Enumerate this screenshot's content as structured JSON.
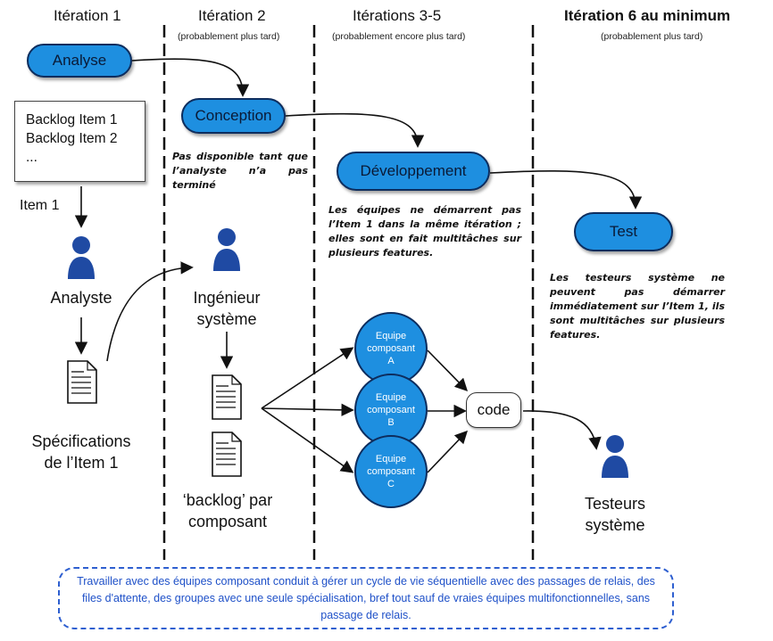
{
  "headers": {
    "it1": "Itération 1",
    "it2": "Itération 2",
    "it2_sub": "(probablement plus tard)",
    "it35": "Itérations 3-5",
    "it35_sub": "(probablement encore plus tard)",
    "it6": "Itération 6 au minimum",
    "it6_sub": "(probablement plus tard)"
  },
  "activities": {
    "analyse": "Analyse",
    "conception": "Conception",
    "developpement": "Développement",
    "test": "Test"
  },
  "backlog": {
    "line1": "Backlog Item 1",
    "line2": "Backlog Item 2",
    "line3": "..."
  },
  "item1_label": "Item 1",
  "roles": {
    "analyste": "Analyste",
    "ingenieur_l1": "Ingénieur",
    "ingenieur_l2": "système",
    "testeurs_l1": "Testeurs",
    "testeurs_l2": "système"
  },
  "docs": {
    "spec_l1": "Spécifications",
    "spec_l2": "de l’Item 1",
    "backlog_l1": "‘backlog’ par",
    "backlog_l2": "composant"
  },
  "notes": {
    "conception": "Pas disponible tant que l’analyste n’a pas terminé",
    "developpement": "Les équipes ne démarrent pas l’Item 1 dans la même itération ; elles sont en fait multitâches sur plusieurs features.",
    "test": "Les testeurs système ne peuvent pas démarrer immédiatement sur l’Item 1, ils sont multitâches sur plusieurs features."
  },
  "teams": [
    {
      "l1": "Equipe",
      "l2": "composant",
      "l3": "A"
    },
    {
      "l1": "Equipe",
      "l2": "composant",
      "l3": "B"
    },
    {
      "l1": "Equipe",
      "l2": "composant",
      "l3": "C"
    }
  ],
  "code_label": "code",
  "footer": "Travailler avec des équipes composant conduit à gérer un cycle de vie séquentielle avec des passages de relais, des files d'attente, des groupes avec une seule spécialisation, bref tout sauf de vraies équipes multifonctionnelles, sans passage de relais.",
  "colors": {
    "activity_fill": "#1e8fe0",
    "activity_border": "#0d2d5e",
    "person": "#1f4aa3",
    "footer_text": "#1e50c8"
  }
}
